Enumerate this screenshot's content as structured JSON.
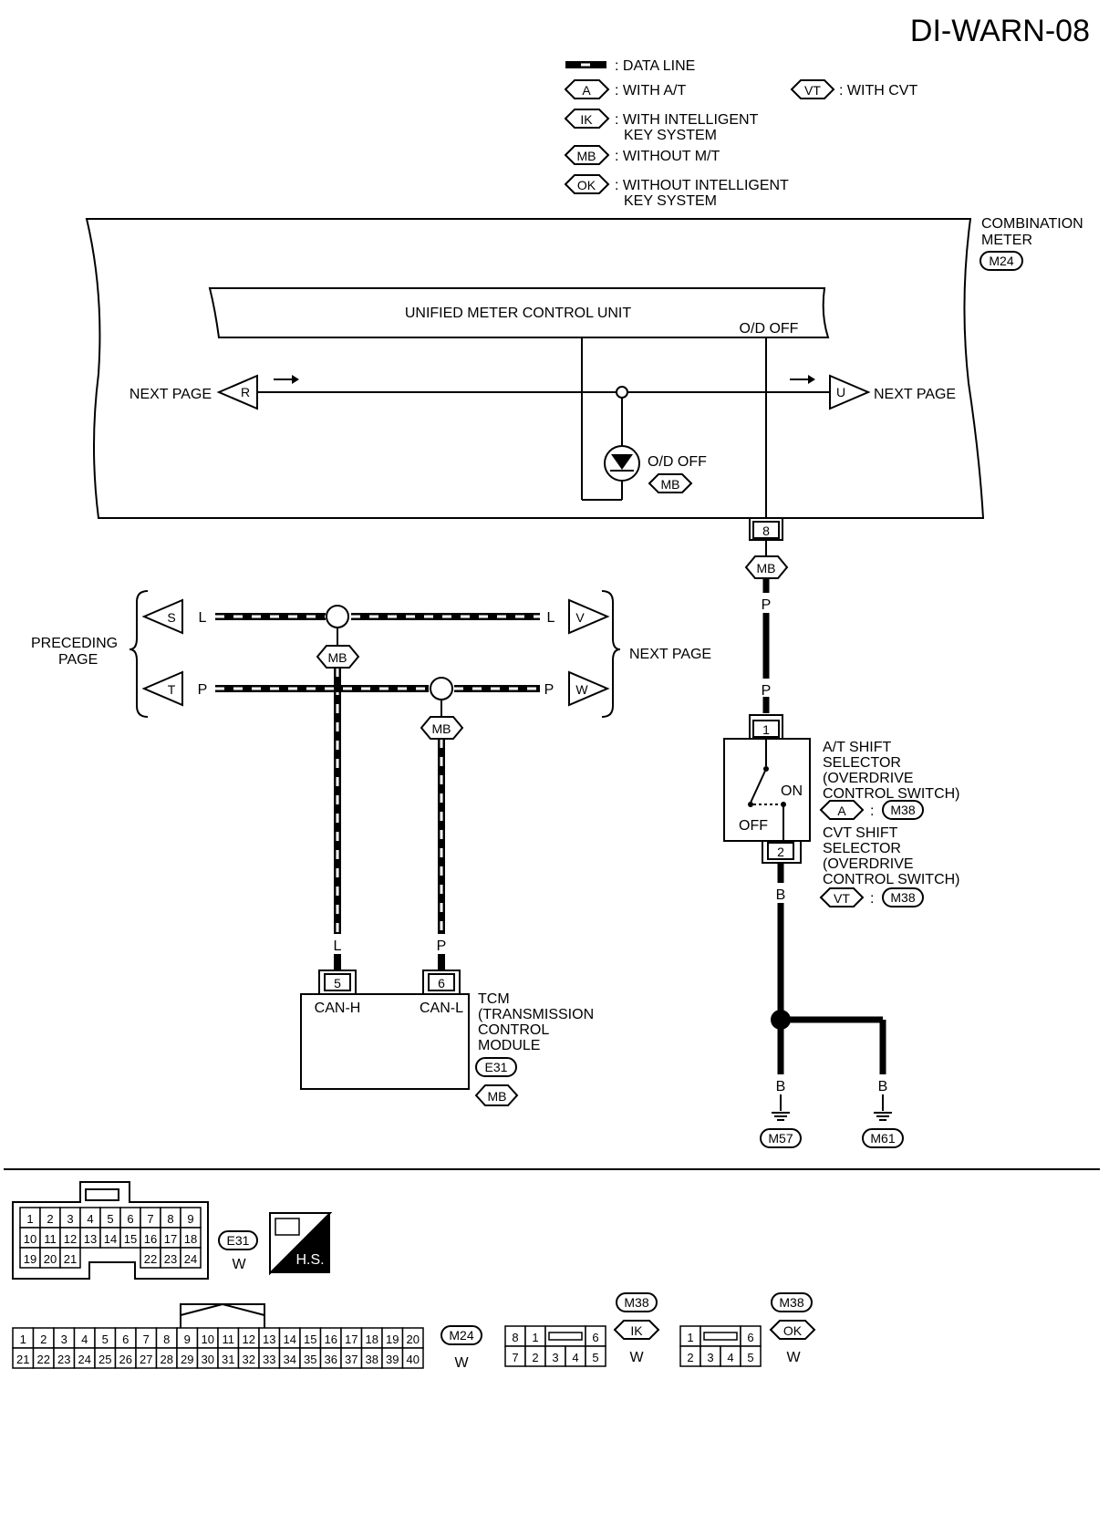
{
  "page_title": "DI-WARN-08",
  "legend": {
    "data_line": ": DATA LINE",
    "with_at_tag": "A",
    "with_at": ": WITH A/T",
    "with_cvt_tag": "VT",
    "with_cvt": ": WITH CVT",
    "ik_tag": "IK",
    "ik_line1": ": WITH INTELLIGENT",
    "ik_line2": "KEY SYSTEM",
    "mb_tag": "MB",
    "mb": ": WITHOUT M/T",
    "ok_tag": "OK",
    "ok_line1": ": WITHOUT INTELLIGENT",
    "ok_line2": "KEY SYSTEM"
  },
  "combination_meter": {
    "line1": "COMBINATION",
    "line2": "METER",
    "code": "M24",
    "unit_label": "UNIFIED METER CONTROL UNIT",
    "od_off_terminal": "O/D OFF",
    "od_off_lamp": "O/D OFF",
    "lamp_tag": "MB",
    "left_next_page": "NEXT PAGE",
    "left_arrow": "R",
    "right_next_page": "NEXT PAGE",
    "right_arrow": "U",
    "terminal": "8",
    "terminal_tag": "MB"
  },
  "can_bus": {
    "preceding_line1": "PRECEDING",
    "preceding_line2": "PAGE",
    "next_page": "NEXT PAGE",
    "s_arrow": "S",
    "t_arrow": "T",
    "v_arrow": "V",
    "w_arrow": "W",
    "wire_l": "L",
    "wire_p": "P",
    "tag_high": "MB",
    "tag_low": "MB"
  },
  "tcm": {
    "terminal_h": "5",
    "terminal_l": "6",
    "can_h": "CAN-H",
    "can_l": "CAN-L",
    "line1": "TCM",
    "line2": "(TRANSMISSION",
    "line3": "CONTROL",
    "line4": "MODULE",
    "code": "E31",
    "tag": "MB",
    "wire_h": "L",
    "wire_l": "P"
  },
  "shift_selector": {
    "wire_top_1": "P",
    "wire_top_2": "P",
    "terminal_1": "1",
    "terminal_2": "2",
    "on": "ON",
    "off": "OFF",
    "at_line1": "A/T SHIFT",
    "at_line2": "SELECTOR",
    "at_line3": "(OVERDRIVE",
    "at_line4": "CONTROL SWITCH)",
    "at_tag": "A",
    "at_code": "M38",
    "cvt_line1": "CVT SHIFT",
    "cvt_line2": "SELECTOR",
    "cvt_line3": "(OVERDRIVE",
    "cvt_line4": "CONTROL SWITCH)",
    "cvt_tag": "VT",
    "cvt_code": "M38",
    "colon": ":",
    "wire_bottom": "B"
  },
  "grounds": {
    "wire_1": "B",
    "wire_2": "B",
    "ground_1": "M57",
    "ground_2": "M61"
  },
  "connectors": {
    "e31": {
      "code": "E31",
      "color": "W",
      "row1": [
        "1",
        "2",
        "3",
        "4",
        "5",
        "6",
        "7",
        "8",
        "9"
      ],
      "row2": [
        "10",
        "11",
        "12",
        "13",
        "14",
        "15",
        "16",
        "17",
        "18"
      ],
      "row3": [
        "19",
        "20",
        "21",
        "",
        "",
        "",
        "22",
        "23",
        "24"
      ]
    },
    "hs_label": "H.S.",
    "m24": {
      "code": "M24",
      "color": "W",
      "row1": [
        "1",
        "2",
        "3",
        "4",
        "5",
        "6",
        "7",
        "8",
        "9",
        "10",
        "11",
        "12",
        "13",
        "14",
        "15",
        "16",
        "17",
        "18",
        "19",
        "20"
      ],
      "row2": [
        "21",
        "22",
        "23",
        "24",
        "25",
        "26",
        "27",
        "28",
        "29",
        "30",
        "31",
        "32",
        "33",
        "34",
        "35",
        "36",
        "37",
        "38",
        "39",
        "40"
      ]
    },
    "m38_ik": {
      "code": "M38",
      "tag": "IK",
      "color": "W",
      "row1": [
        "8",
        "1",
        "",
        "6"
      ],
      "row2": [
        "7",
        "2",
        "3",
        "4",
        "5"
      ]
    },
    "m38_ok": {
      "code": "M38",
      "tag": "OK",
      "color": "W",
      "row1": [
        "1",
        "",
        "6"
      ],
      "row2": [
        "2",
        "3",
        "4",
        "5"
      ]
    }
  }
}
